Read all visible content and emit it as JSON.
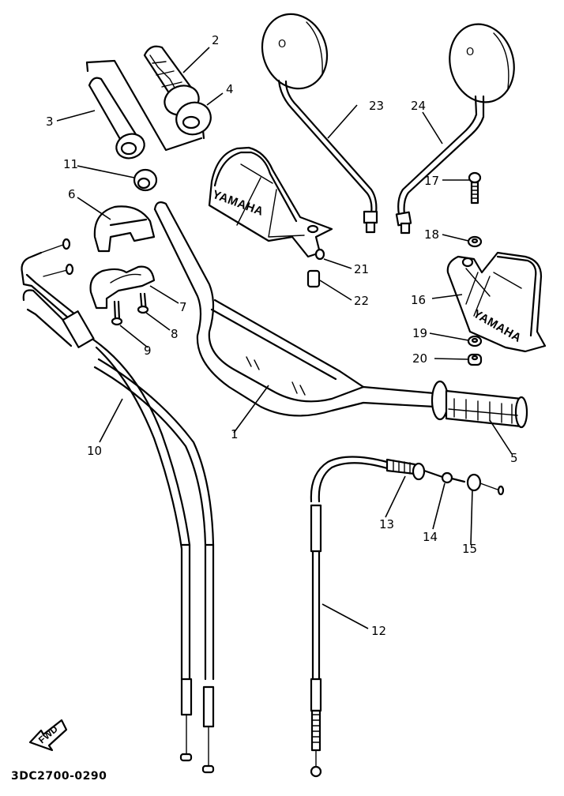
{
  "diagram": {
    "title": "Steering handle & cable parts diagram",
    "figure_code": "3DC2700-0290",
    "fwd_indicator": "FWD",
    "brand_text": "YAMAHA",
    "mirror_marking": "O",
    "callouts": [
      {
        "id": "1",
        "part": "handlebar"
      },
      {
        "id": "2",
        "part": "grip (throttle side)"
      },
      {
        "id": "3",
        "part": "throttle grip tube"
      },
      {
        "id": "4",
        "part": "grip end"
      },
      {
        "id": "5",
        "part": "grip (left)"
      },
      {
        "id": "6",
        "part": "throttle housing cap"
      },
      {
        "id": "7",
        "part": "throttle housing"
      },
      {
        "id": "8",
        "part": "screw"
      },
      {
        "id": "9",
        "part": "screw"
      },
      {
        "id": "10",
        "part": "throttle cable assy"
      },
      {
        "id": "11",
        "part": "collar"
      },
      {
        "id": "12",
        "part": "clutch cable"
      },
      {
        "id": "13",
        "part": "cable adjuster boot"
      },
      {
        "id": "14",
        "part": "adjuster"
      },
      {
        "id": "15",
        "part": "locknut"
      },
      {
        "id": "16",
        "part": "hand guard (left)"
      },
      {
        "id": "17",
        "part": "bolt"
      },
      {
        "id": "18",
        "part": "washer"
      },
      {
        "id": "19",
        "part": "washer"
      },
      {
        "id": "20",
        "part": "nut"
      },
      {
        "id": "21",
        "part": "hand guard (right)"
      },
      {
        "id": "22",
        "part": "collar"
      },
      {
        "id": "23",
        "part": "rear view mirror (right)"
      },
      {
        "id": "24",
        "part": "rear view mirror (left)"
      }
    ]
  }
}
